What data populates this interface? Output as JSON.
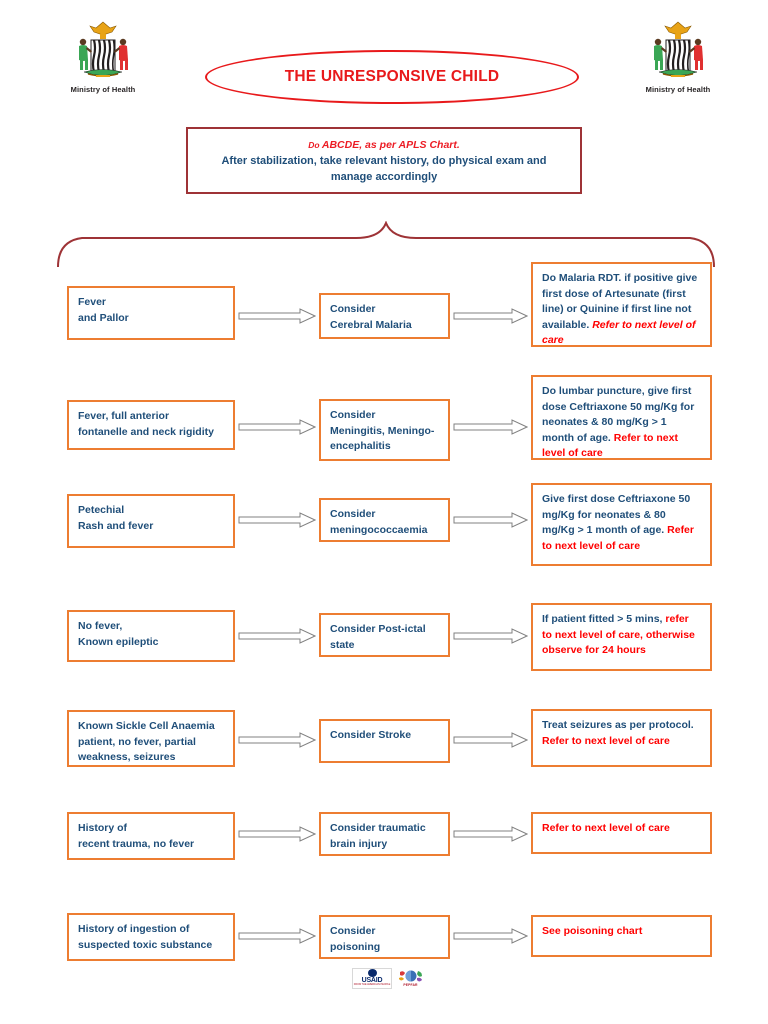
{
  "header": {
    "logo_left": {
      "icon": "zambia-coat-of-arms",
      "caption": "Ministry of Health"
    },
    "logo_right": {
      "icon": "zambia-coat-of-arms",
      "caption": "Ministry of Health"
    },
    "title": "THE UNRESPONSIVE CHILD",
    "title_color": "#e8191b"
  },
  "instruction": {
    "do_prefix": "Do ",
    "red_line": "ABCDE, as per APLS Chart",
    "red_line_suffix": ".",
    "blue_line": "After stabilization, take relevant history, do physical exam and manage accordingly",
    "red_color": "#ec1c24",
    "blue_color": "#1f4e79",
    "border_color": "#9e3336"
  },
  "brace": {
    "icon": "curly-brace-connector",
    "color": "#9e3336"
  },
  "theme": {
    "box_border": "#ed7d31",
    "text_blue": "#1f4e79",
    "text_red": "#ff0000",
    "arrow_stroke": "#808080"
  },
  "rows": [
    {
      "symptom": "Fever\nand Pallor",
      "consider": "Consider\nCerebral Malaria",
      "action_blue": "Do Malaria RDT. if positive give first dose of Artesunate (first line) or Quinine if first line not available.",
      "action_red": "Refer to next level of care",
      "action_red_italic": true
    },
    {
      "symptom": "Fever, full anterior\nfontanelle and neck rigidity",
      "consider": "Consider\nMeningitis, Meningo-\nencephalitis",
      "action_blue": "Do lumbar puncture, give first dose Ceftriaxone 50 mg/Kg for neonates & 80 mg/Kg > 1 month of age.",
      "action_red": " Refer to next level of care",
      "action_red_italic": false
    },
    {
      "symptom": "Petechial\nRash and fever",
      "consider": "Consider\nmeningococcaemia",
      "action_blue": "Give first dose Ceftriaxone 50 mg/Kg for neonates & 80 mg/Kg > 1 month of age.",
      "action_red": "Refer to next level of care",
      "action_red_italic": false
    },
    {
      "symptom": "No fever,\nKnown epileptic",
      "consider": "Consider Post-ictal\nstate",
      "action_blue": "If patient fitted > 5 mins,",
      "action_red": " refer to next level of care, otherwise observe for 24 hours",
      "action_red_italic": false
    },
    {
      "symptom": "Known Sickle Cell Anaemia patient, no fever, partial weakness, seizures",
      "consider": "Consider Stroke",
      "action_blue": "Treat seizures as per protocol.",
      "action_red": " Refer to next level of care",
      "action_red_italic": false
    },
    {
      "symptom": "History of\nrecent trauma, no fever",
      "consider": "Consider traumatic\nbrain injury",
      "action_blue": "",
      "action_red": "Refer to next level of care",
      "action_red_italic": false
    },
    {
      "symptom": "History of ingestion of\nsuspected toxic substance",
      "consider": "Consider\npoisoning",
      "action_blue": "",
      "action_red": "See poisoning chart",
      "action_red_italic": false
    }
  ],
  "footer": {
    "usaid": {
      "word": "USAID",
      "tagline": "FROM THE AMERICAN PEOPLE"
    },
    "pepfar": {
      "word": "PEPFAR"
    }
  }
}
